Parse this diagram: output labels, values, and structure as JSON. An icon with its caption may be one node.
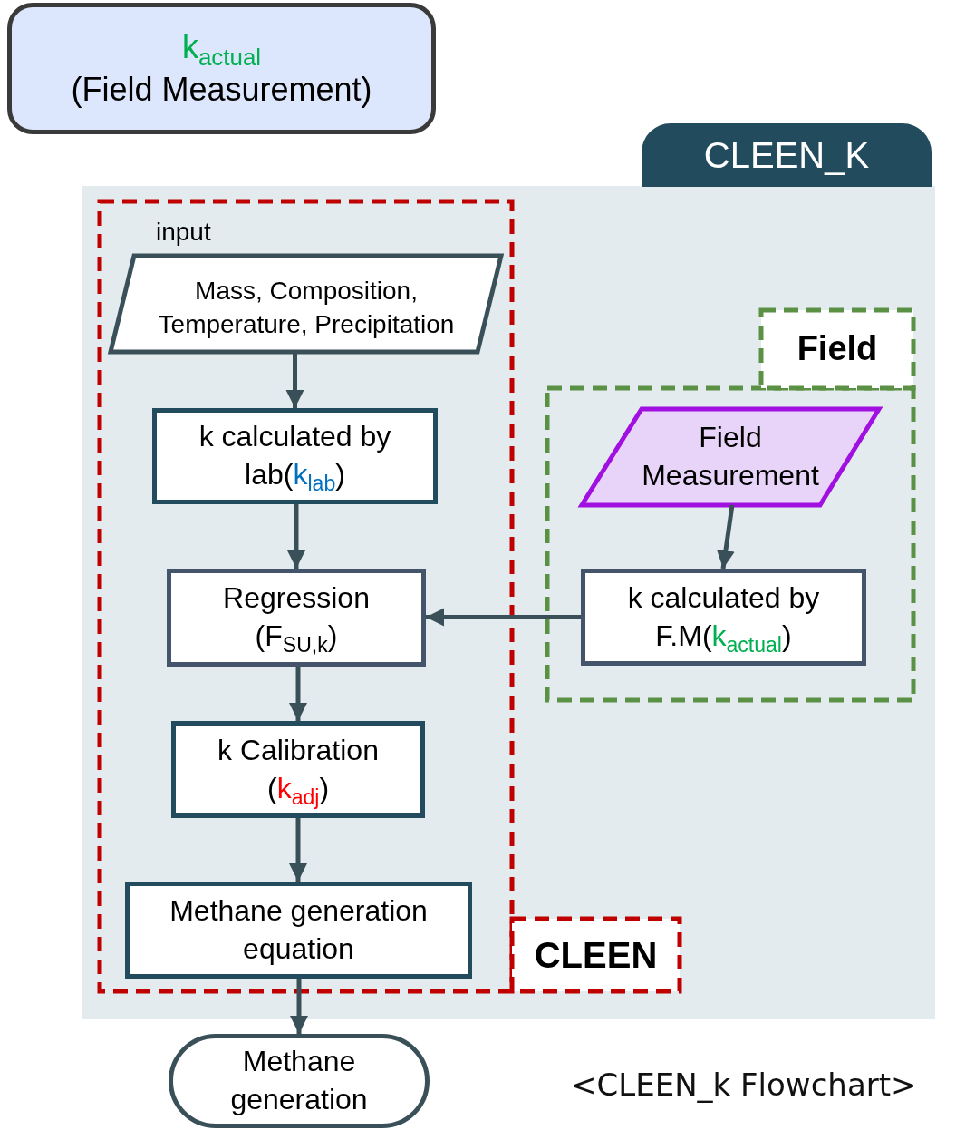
{
  "diagram": {
    "caption": "<CLEEN_k Flowchart>",
    "nodes": [
      {
        "text": [
          "k$_{actual}$",
          "(Field Measurement)"
        ]
      },
      {
        "text": [
          "CLEEN_K"
        ]
      },
      {
        "text": [
          "CLEEN"
        ],
        "in": 1
      },
      {
        "text": [
          "input",
          "Mass, Composition, Temperature, Precipitation"
        ],
        "in": 2
      },
      {
        "text": [
          "k calculated by lab(k$_{lab}$)"
        ],
        "in": 2
      },
      {
        "text": [
          "Regression",
          "(F$_{SU,k}$)"
        ],
        "in": 2
      },
      {
        "text": [
          "k Calibration",
          "(k$_{adj}$)"
        ],
        "in": 2
      },
      {
        "text": [
          "Methane generation equation"
        ],
        "in": 2
      },
      {
        "text": [
          "Field"
        ],
        "in": 1
      },
      {
        "text": [
          "Field Measurement"
        ],
        "in": 8
      },
      {
        "text": [
          "k calculated by F.M(k$_{actual}$)"
        ],
        "in": 8
      },
      {
        "text": [
          "Methane generation"
        ]
      }
    ],
    "edges": [
      {
        "from": 3,
        "to": 4,
        "arrow": "to"
      },
      {
        "from": 4,
        "to": 5,
        "arrow": "to"
      },
      {
        "from": 10,
        "to": 5,
        "arrow": "to"
      },
      {
        "from": 5,
        "to": 6,
        "arrow": "to"
      },
      {
        "from": 6,
        "to": 7,
        "arrow": "to"
      },
      {
        "from": 7,
        "to": 11,
        "arrow": "to"
      },
      {
        "from": 9,
        "to": 10,
        "arrow": "to"
      }
    ]
  }
}
